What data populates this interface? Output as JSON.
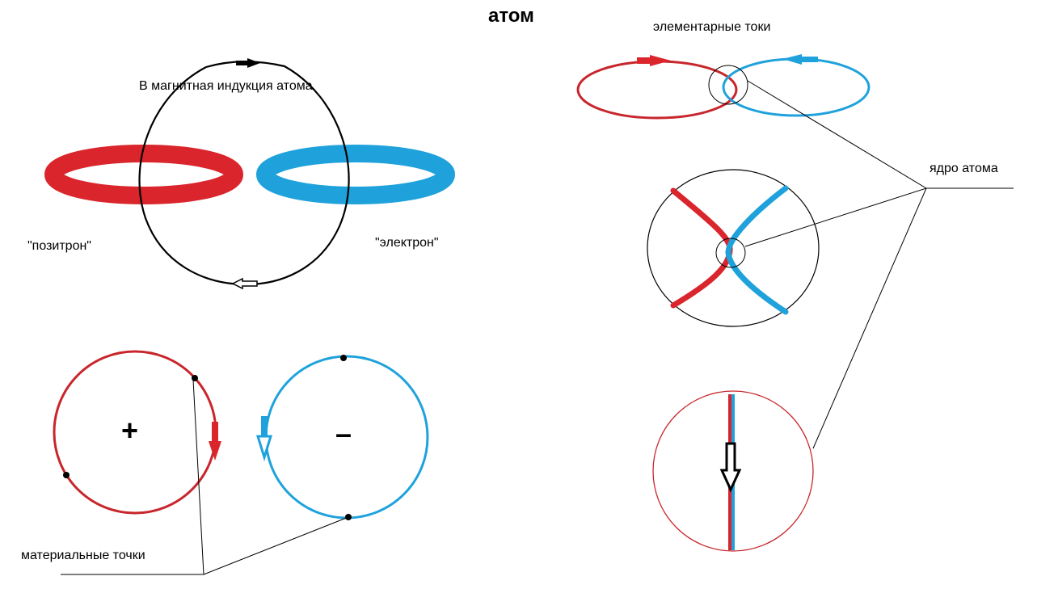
{
  "title": "атом",
  "labels": {
    "magnetic_induction": "В магнитная индукция   атома",
    "positron": "\"позитрон\"",
    "electron": "\"электрон\"",
    "elementary_currents": "элементарные токи",
    "nucleus": "ядро атома",
    "material_points": "материальные точки",
    "plus_sign": "+",
    "minus_sign": "–"
  },
  "colors": {
    "red": "#d9252b",
    "dark_red": "#c8262c",
    "blue": "#1fa2dc",
    "line": "#000000",
    "background": "#ffffff"
  }
}
